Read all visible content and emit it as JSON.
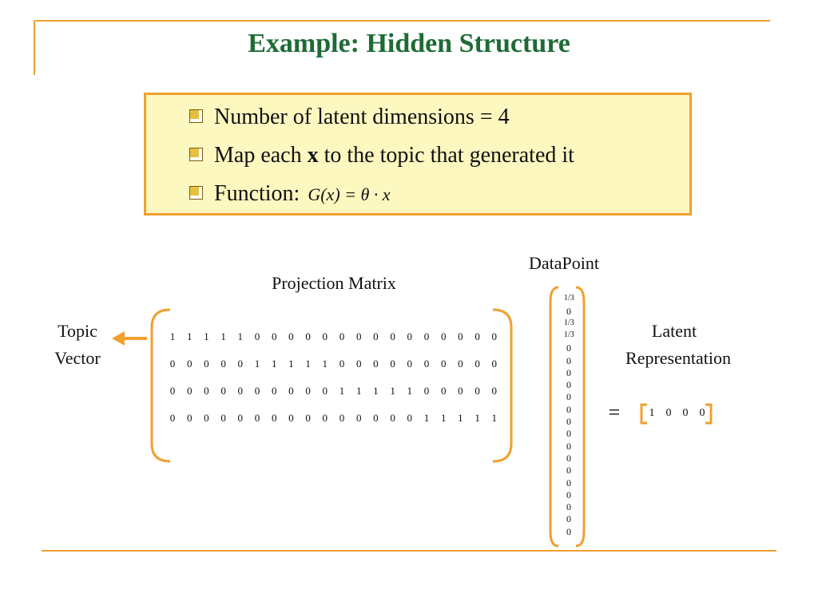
{
  "slide": {
    "title": "Example: Hidden Structure",
    "bullets": [
      {
        "pre": "Number of latent dimensions = 4",
        "bold": "",
        "post": "",
        "math": ""
      },
      {
        "pre": "Map each ",
        "bold": "x",
        "post": " to the topic that generated it",
        "math": ""
      },
      {
        "pre": "Function:",
        "bold": "",
        "post": "",
        "math": "G(x) = θ · x"
      }
    ],
    "colors": {
      "title": "#1e6b35",
      "box_fill": "#fdf8c0",
      "box_border": "#f0a030",
      "bracket": "#f0a030",
      "rule": "#f0a030"
    }
  },
  "diagram": {
    "projection_label": "Projection Matrix",
    "datapoint_label": "DataPoint",
    "topic_vector_label_line1": "Topic",
    "topic_vector_label_line2": "Vector",
    "latent_label_line1": "Latent",
    "latent_label_line2": "Representation",
    "equals": "=",
    "arrow_icon": "left-arrow-icon",
    "matrix": [
      [
        "1",
        "1",
        "1",
        "1",
        "1",
        "0",
        "0",
        "0",
        "0",
        "0",
        "0",
        "0",
        "0",
        "0",
        "0",
        "0",
        "0",
        "0",
        "0",
        "0"
      ],
      [
        "0",
        "0",
        "0",
        "0",
        "0",
        "1",
        "1",
        "1",
        "1",
        "1",
        "0",
        "0",
        "0",
        "0",
        "0",
        "0",
        "0",
        "0",
        "0",
        "0"
      ],
      [
        "0",
        "0",
        "0",
        "0",
        "0",
        "0",
        "0",
        "0",
        "0",
        "0",
        "1",
        "1",
        "1",
        "1",
        "1",
        "0",
        "0",
        "0",
        "0",
        "0"
      ],
      [
        "0",
        "0",
        "0",
        "0",
        "0",
        "0",
        "0",
        "0",
        "0",
        "0",
        "0",
        "0",
        "0",
        "0",
        "0",
        "1",
        "1",
        "1",
        "1",
        "1"
      ]
    ],
    "datapoint": [
      "1/3",
      "0",
      "1/3",
      "1/3",
      "0",
      "0",
      "0",
      "0",
      "0",
      "0",
      "0",
      "0",
      "0",
      "0",
      "0",
      "0",
      "0",
      "0",
      "0",
      "0"
    ],
    "latent": [
      "1",
      "0",
      "0",
      "0"
    ]
  }
}
